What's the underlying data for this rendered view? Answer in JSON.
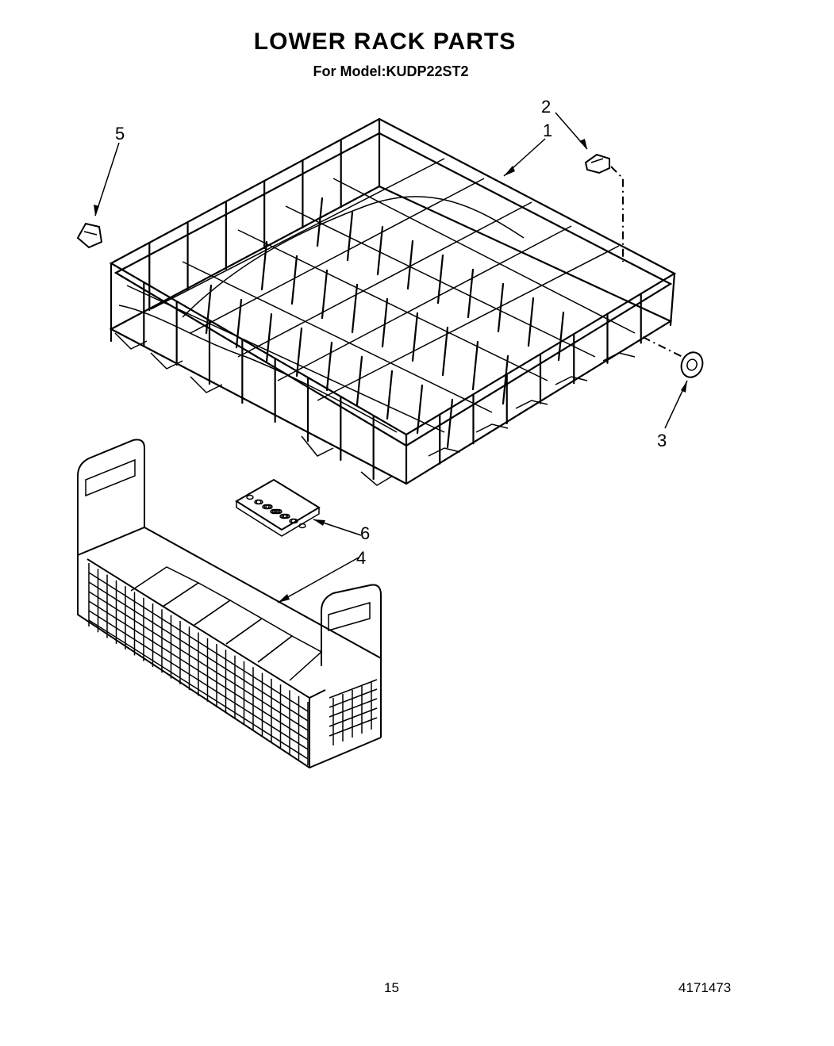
{
  "header": {
    "title": "LOWER RACK PARTS",
    "subtitle": "For Model:KUDP22ST2"
  },
  "callouts": [
    {
      "id": "1",
      "part": "lower-rack"
    },
    {
      "id": "2",
      "part": "rack-clip"
    },
    {
      "id": "3",
      "part": "roller-wheel"
    },
    {
      "id": "4",
      "part": "silverware-basket"
    },
    {
      "id": "5",
      "part": "bumper-clip"
    },
    {
      "id": "6",
      "part": "basket-lid"
    }
  ],
  "footer": {
    "page_number": "15",
    "doc_number": "4171473"
  }
}
